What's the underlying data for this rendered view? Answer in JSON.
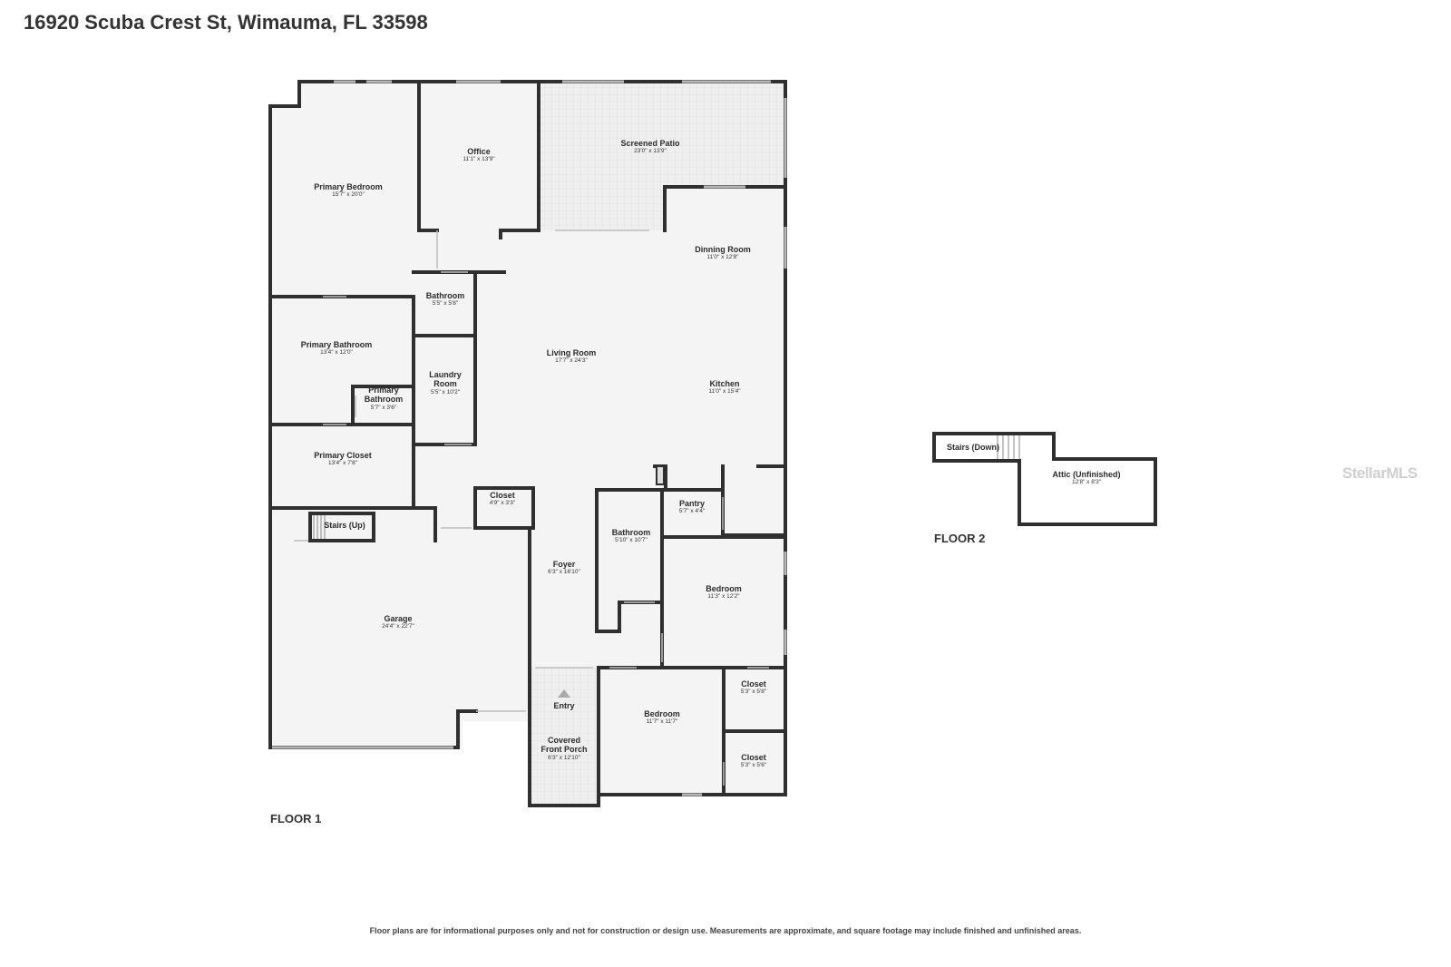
{
  "address": "16920 Scuba Crest St, Wimauma, FL 33598",
  "floors": {
    "floor1": "FLOOR 1",
    "floor2": "FLOOR 2"
  },
  "rooms": {
    "primary_bedroom": {
      "name": "Primary Bedroom",
      "dims": "15'7\" x 20'0\""
    },
    "office": {
      "name": "Office",
      "dims": "11'1\" x 13'9\""
    },
    "screened_patio": {
      "name": "Screened Patio",
      "dims": "23'0\" x 13'9\""
    },
    "dining_room": {
      "name": "Dinning Room",
      "dims": "11'0\" x 12'8\""
    },
    "bathroom_a": {
      "name": "Bathroom",
      "dims": "5'5\" x 5'8\""
    },
    "primary_bathroom": {
      "name": "Primary Bathroom",
      "dims": "13'4\" x 12'0\""
    },
    "living_room": {
      "name": "Living Room",
      "dims": "17'7\" x 24'3\""
    },
    "laundry_room": {
      "name": "Laundry Room",
      "dims": "5'5\" x 10'2\""
    },
    "kitchen": {
      "name": "Kitchen",
      "dims": "11'0\" x 15'4\""
    },
    "primary_bathroom_small": {
      "name": "Primary Bathroom",
      "dims": "5'7\" x 3'6\""
    },
    "primary_closet": {
      "name": "Primary Closet",
      "dims": "13'4\" x 7'8\""
    },
    "closet_hall": {
      "name": "Closet",
      "dims": "4'9\" x 3'3\""
    },
    "pantry": {
      "name": "Pantry",
      "dims": "5'7\" x 4'4\""
    },
    "stairs_up": {
      "name": "Stairs (Up)"
    },
    "bathroom_b": {
      "name": "Bathroom",
      "dims": "5'10\" x 10'7\""
    },
    "foyer": {
      "name": "Foyer",
      "dims": "6'3\" x 16'10\""
    },
    "bedroom_a": {
      "name": "Bedroom",
      "dims": "11'3\" x 12'2\""
    },
    "garage": {
      "name": "Garage",
      "dims": "24'4\" x 22'7\""
    },
    "closet_b": {
      "name": "Closet",
      "dims": "5'3\" x 5'8\""
    },
    "entry": {
      "name": "Entry"
    },
    "bedroom_b": {
      "name": "Bedroom",
      "dims": "11'7\" x 11'7\""
    },
    "covered_porch": {
      "name": "Covered Front Porch",
      "dims": "6'3\" x 12'10\""
    },
    "closet_c": {
      "name": "Closet",
      "dims": "5'3\" x 5'6\""
    },
    "stairs_down": {
      "name": "Stairs (Down)"
    },
    "attic": {
      "name": "Attic (Unfinished)",
      "dims": "12'8\" x 8'3\""
    }
  },
  "watermark": "StellarMLS",
  "disclaimer": "Floor plans are for informational purposes only and not for construction or design use. Measurements are approximate, and square footage may include finished and unfinished areas.",
  "colors": {
    "wall": "#2f2f2f",
    "floor": "#f4f4f4",
    "patio": "#ececec",
    "window": "#b8b8b8"
  }
}
